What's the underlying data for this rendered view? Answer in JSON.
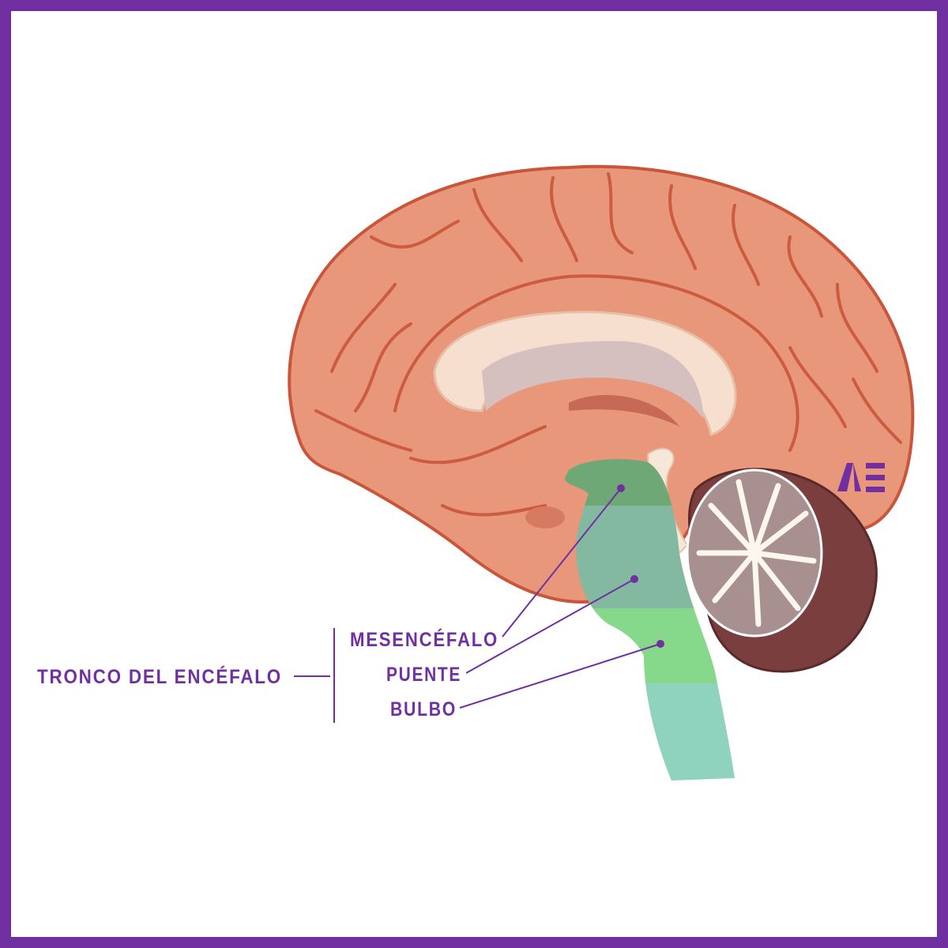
{
  "title": "TRONCO DEL ENCÉFALO",
  "parts": [
    {
      "label": "MESENCÉFALO",
      "color": "#6fa877"
    },
    {
      "label": "PUENTE",
      "color": "#82b9a0"
    },
    {
      "label": "BULBO",
      "color": "#86d98a"
    }
  ],
  "logo": "AE",
  "colors": {
    "accent": "#7030a0",
    "cortex": "#e8977a",
    "cerebellum": "#7a3e3e"
  }
}
